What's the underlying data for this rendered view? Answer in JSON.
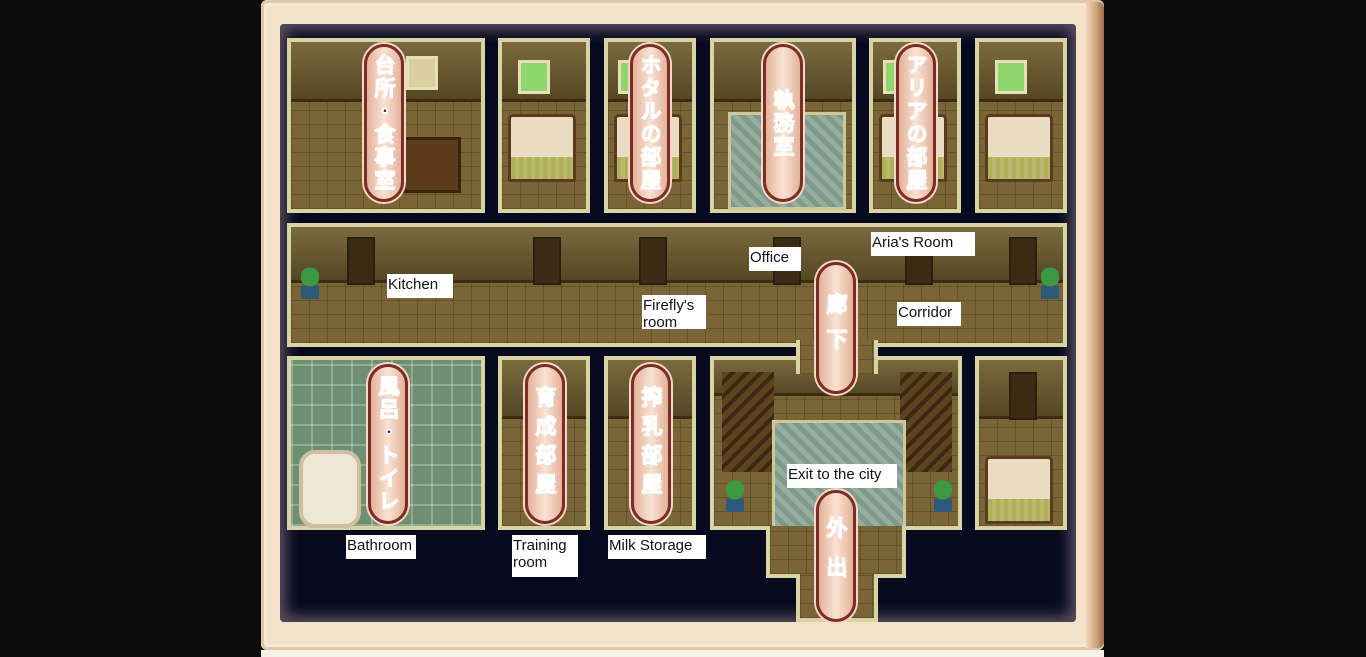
{
  "jp_labels": {
    "kitchen": "台所・食事室",
    "hotaru_room": "ホタルの部屋",
    "office": "執務室",
    "aria_room": "アリアの部屋",
    "corridor": "廊下",
    "bathroom": "風呂・トイレ",
    "training": "育成部屋",
    "milk": "搾乳部屋",
    "exit": "外出"
  },
  "en_labels": {
    "kitchen": "Kitchen",
    "office": "Office",
    "aria_room": "Aria's Room",
    "firefly_room": "Firefly's room",
    "corridor": "Corridor",
    "exit": "Exit to the city",
    "bathroom": "Bathroom",
    "training": "Training room",
    "milk": "Milk Storage"
  }
}
